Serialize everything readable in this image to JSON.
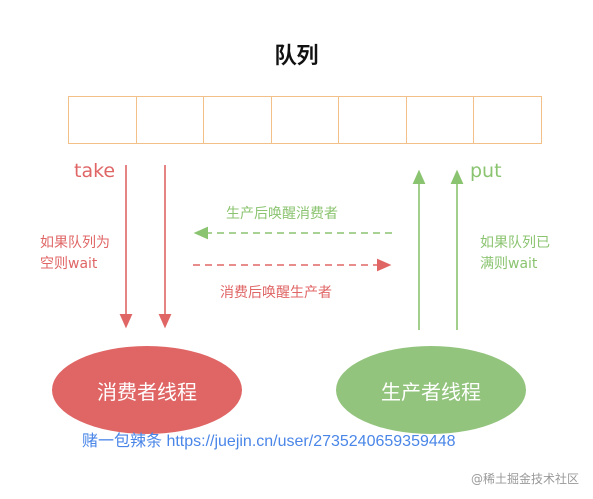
{
  "title": "队列",
  "queue": {
    "cell_count": 7
  },
  "consumer": {
    "label": "消费者线程",
    "action": "take",
    "note": [
      "如果队列为",
      "空则wait"
    ]
  },
  "producer": {
    "label": "生产者线程",
    "action": "put",
    "note": [
      "如果队列已",
      "满则wait"
    ]
  },
  "signals": {
    "producer_to_consumer": "生产后唤醒消费者",
    "consumer_to_producer": "消费后唤醒生产者"
  },
  "watermark": "赌一包辣条 https://juejin.cn/user/2735240659359448",
  "footer": "@稀土掘金技术社区",
  "colors": {
    "consumer": "#e06666",
    "producer": "#93c47d",
    "queue_border": "#f3c089",
    "watermark": "#4a86e8"
  }
}
